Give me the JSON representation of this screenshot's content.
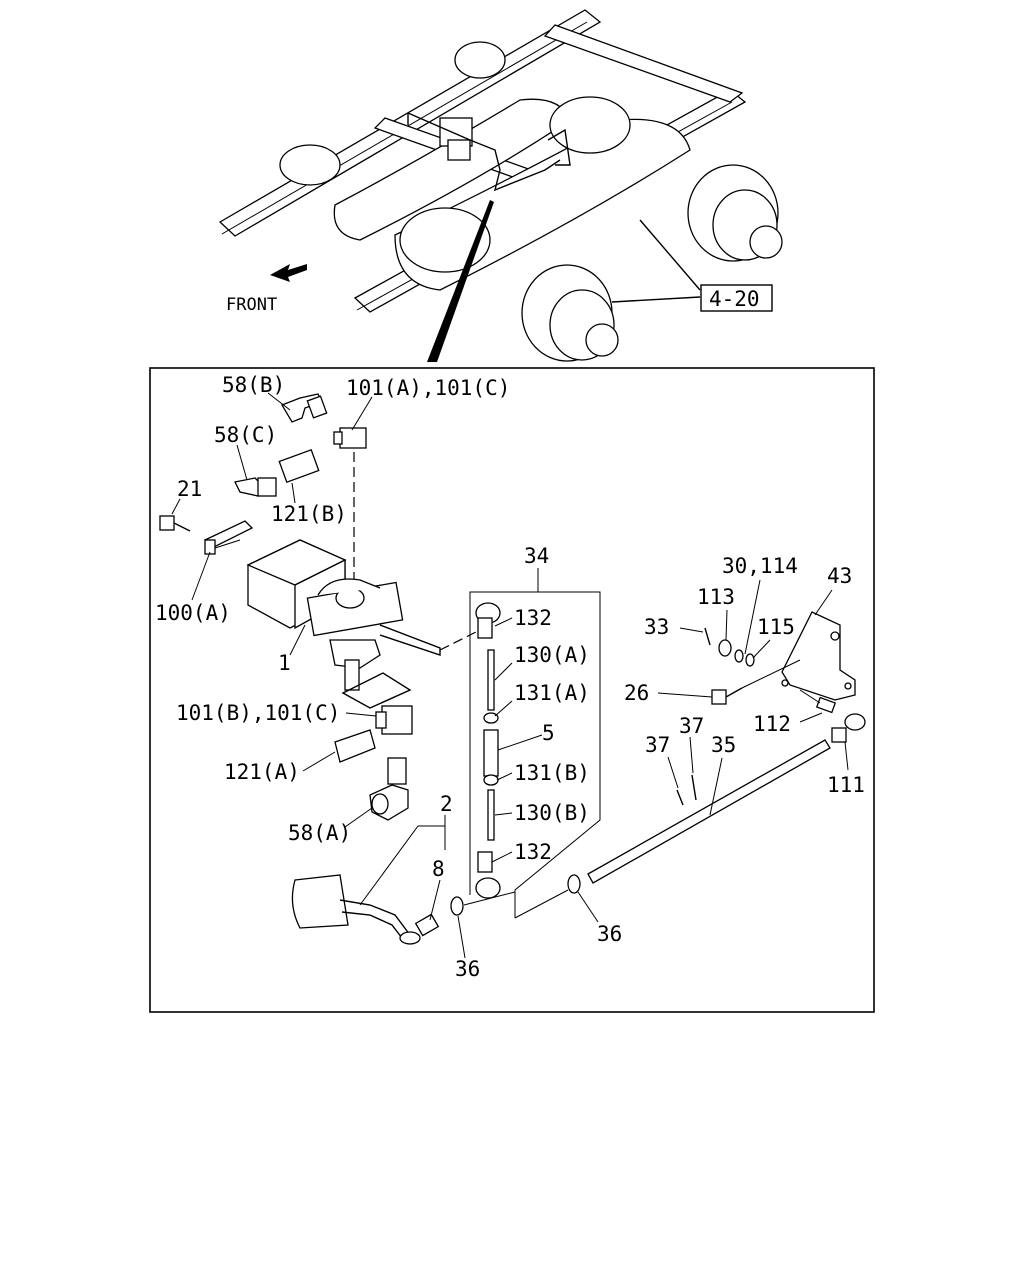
{
  "overview": {
    "front_label": "FRONT",
    "ref_label": "4-20"
  },
  "callouts": {
    "c58b": "58(B)",
    "c101ac": "101(A),101(C)",
    "c58c": "58(C)",
    "c21": "21",
    "c121b": "121(B)",
    "c100a": "100(A)",
    "c1": "1",
    "c101bc": "101(B),101(C)",
    "c121a": "121(A)",
    "c58a": "58(A)",
    "c2": "2",
    "c8": "8",
    "c36_left": "36",
    "c34": "34",
    "c132_top": "132",
    "c130a": "130(A)",
    "c131a": "131(A)",
    "c5": "5",
    "c131b": "131(B)",
    "c130b": "130(B)",
    "c132_bot": "132",
    "c36_mid": "36",
    "c30_114": "30,114",
    "c43": "43",
    "c113": "113",
    "c33": "33",
    "c115": "115",
    "c26": "26",
    "c112": "112",
    "c37_a": "37",
    "c37_b": "37",
    "c35": "35",
    "c111": "111"
  }
}
